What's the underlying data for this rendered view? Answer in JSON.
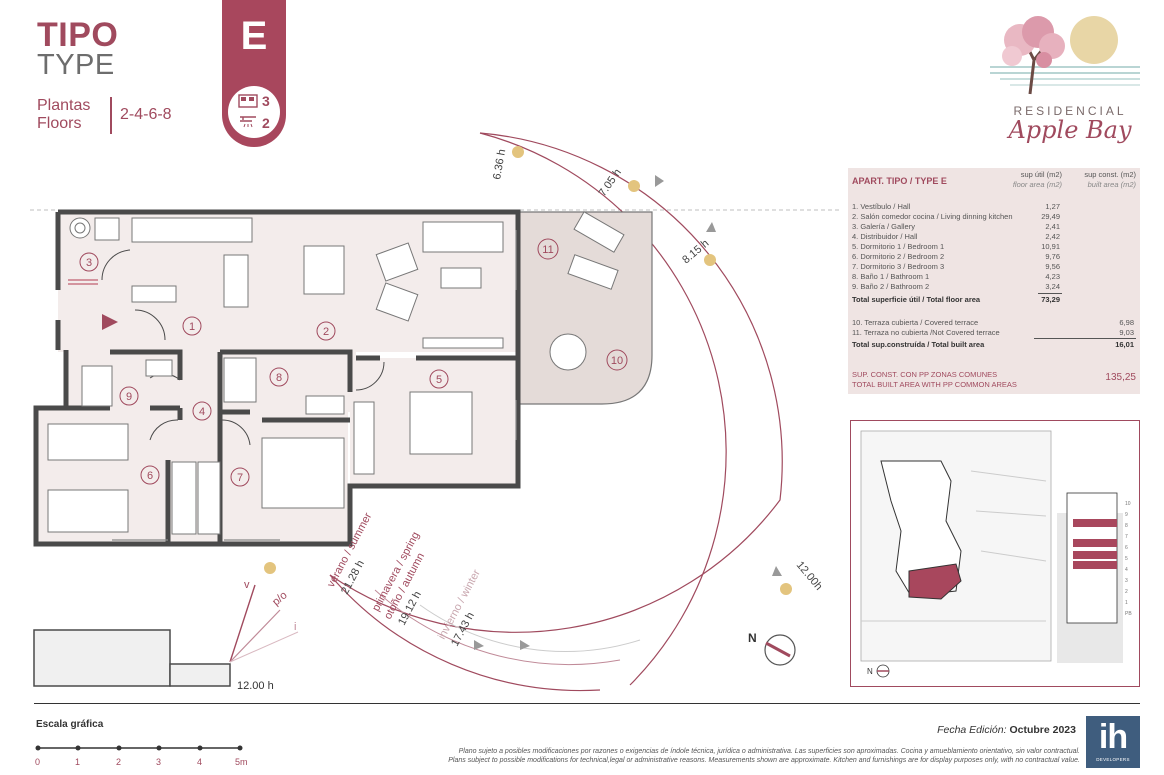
{
  "header": {
    "tipo": "TIPO",
    "type": "TYPE",
    "plantas": "Plantas",
    "floors": "Floors",
    "floor_numbers": "2-4-6-8",
    "type_letter": "E",
    "bedrooms": "3",
    "bathrooms": "2",
    "bed_icon": "bed-icon",
    "shower_icon": "shower-icon"
  },
  "logo": {
    "line1": "RESIDENCIAL",
    "line2": "Apple Bay",
    "icon": "cherry-tree-sunset-logo"
  },
  "table": {
    "title": "APART. TIPO / TYPE E",
    "col1_header": "sup útil (m2)",
    "col1_sub": "floor area (m2)",
    "col2_header": "sup const. (m2)",
    "col2_sub": "built area (m2)",
    "rooms": [
      {
        "label": "1. Vestíbulo / Hall",
        "value": "1,27"
      },
      {
        "label": "2. Salón comedor cocina / Living dinning kitchen",
        "value": "29,49"
      },
      {
        "label": "3. Galería / Gallery",
        "value": "2,41"
      },
      {
        "label": "4. Distribuidor / Hall",
        "value": "2,42"
      },
      {
        "label": "5. Dormitorio 1 / Bedroom 1",
        "value": "10,91"
      },
      {
        "label": "6. Dormitorio 2 / Bedroom 2",
        "value": "9,76"
      },
      {
        "label": "7. Dormitorio 3 / Bedroom 3",
        "value": "9,56"
      },
      {
        "label": "8. Baño 1 / Bathroom 1",
        "value": "4,23"
      },
      {
        "label": "9. Baño 2 / Bathroom 2",
        "value": "3,24"
      }
    ],
    "total_floor_label": "Total superficie útil / Total floor area",
    "total_floor_value": "73,29",
    "terraces": [
      {
        "label": "10. Terraza cubierta / Covered terrace",
        "value": "6,98"
      },
      {
        "label": "11. Terraza no cubierta /Not Covered terrace",
        "value": "9,03"
      }
    ],
    "total_built_label": "Total sup.construída / Total built area",
    "total_built_value": "16,01",
    "pp_label_1": "SUP. CONST. CON PP ZONAS COMUNES",
    "pp_label_2": "TOTAL BUILT AREA WITH PP COMMON AREAS",
    "pp_value": "135,25"
  },
  "plan": {
    "rooms": [
      "1",
      "2",
      "3",
      "4",
      "5",
      "6",
      "7",
      "8",
      "9",
      "10",
      "11"
    ],
    "sun_hours": {
      "h1": "6.36 h",
      "h2": "7.05 h",
      "h3": "8.15 h",
      "h4": "12.00h",
      "summer_label": "verano / summer",
      "summer_time": "21.28 h",
      "spring_label": "primavera / spring",
      "autumn_label": "otoño / autumn",
      "spring_time": "19.12 h",
      "winter_label": "invierno / winter",
      "winter_time": "17.43 h"
    },
    "section_time": "12.00 h",
    "section_labels": {
      "v": "v",
      "po": "p/o",
      "i": "i"
    },
    "compass_label": "N"
  },
  "location": {
    "compass_label": "N",
    "floor_levels": [
      "10",
      "9",
      "8",
      "7",
      "6",
      "5",
      "4",
      "3",
      "2",
      "1",
      "PB"
    ]
  },
  "footer": {
    "escala": "Escala gráfica",
    "scale_ticks": [
      "0",
      "1",
      "2",
      "3",
      "4",
      "5m"
    ],
    "fecha_label": "Fecha Edición: ",
    "fecha_value": "Octubre 2023",
    "disclaimer_es": "Plano sujeto a posibles modificaciones por razones o exigencias de índole técnica, jurídica o administrativa. Las superficies son aproximadas. Cocina y amueblamiento orientativo, sin valor contractual.",
    "disclaimer_en": "Plans subject to possible modifications for technical,legal or administrative reasons. Measurements shown are approximate. Kitchen and furnishings are for display purposes only, with no contractual value.",
    "developer_logo": "ih",
    "developer_sub": "DEVELOPERS"
  },
  "colors": {
    "brand": "#a04a5e",
    "badge": "#a8475d",
    "table_bg": "#efe4e3",
    "wall": "#4a4a4a",
    "floor": "#f3eceb",
    "terrace": "#e4dbd8",
    "sun": "#e3c47e",
    "developer": "#3f5d7e"
  }
}
